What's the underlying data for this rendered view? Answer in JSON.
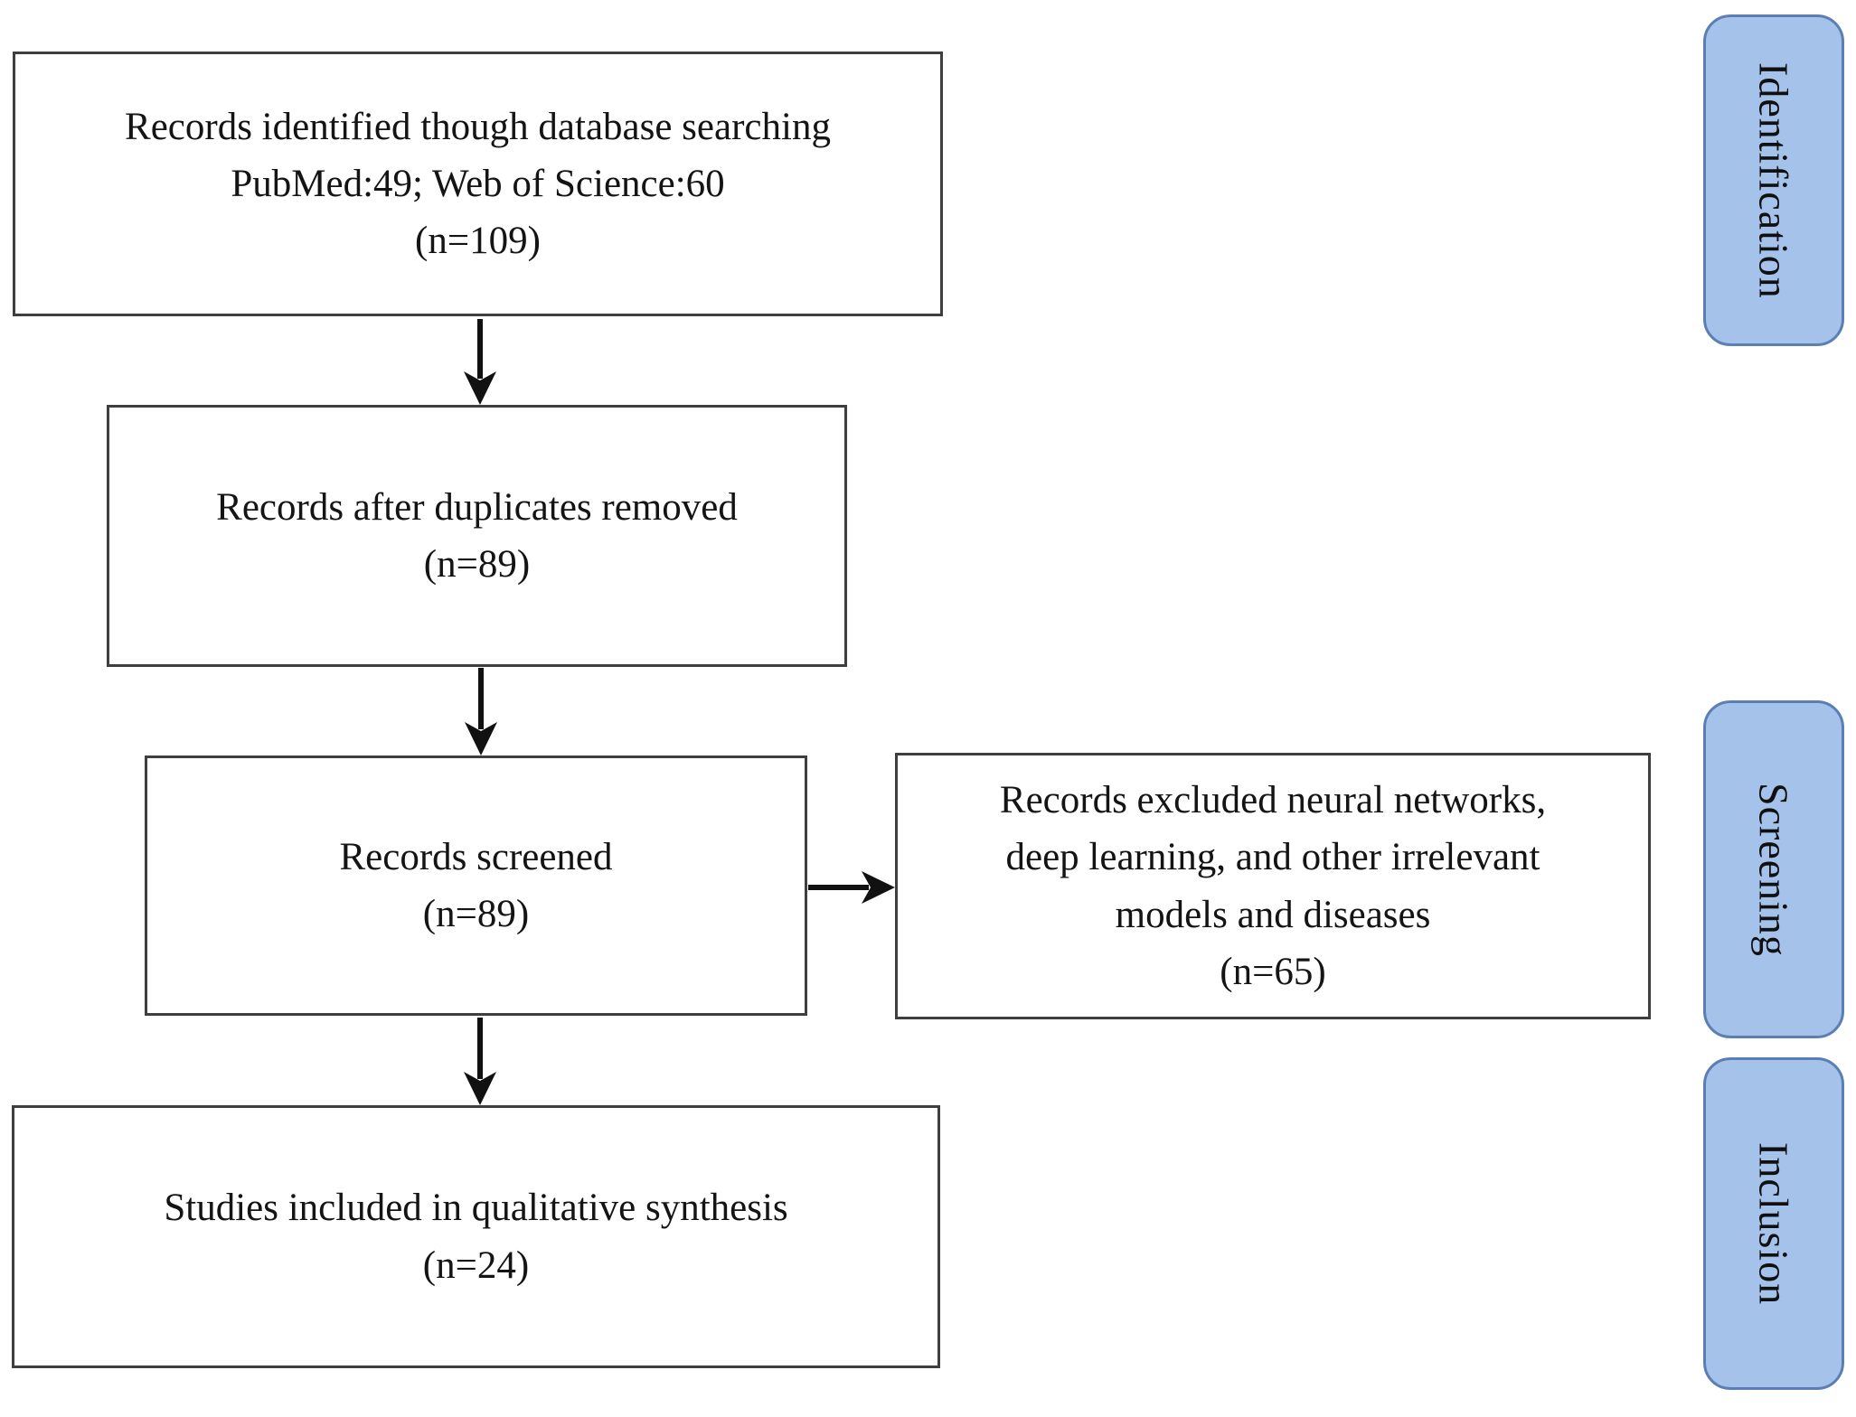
{
  "flow": {
    "boxes": {
      "identified": {
        "lines": [
          "Records identified though database searching",
          "PubMed:49; Web of Science:60",
          "(n=109)"
        ]
      },
      "dedup": {
        "lines": [
          "Records after duplicates removed",
          "(n=89)"
        ]
      },
      "screened": {
        "lines": [
          "Records screened",
          "(n=89)"
        ]
      },
      "excluded": {
        "lines": [
          "Records excluded neural networks,",
          "deep learning, and other irrelevant",
          "models and diseases",
          "(n=65)"
        ]
      },
      "included": {
        "lines": [
          "Studies included in qualitative synthesis",
          "(n=24)"
        ]
      }
    },
    "stage_labels": {
      "identification": "Identification",
      "screening": "Screening",
      "inclusion": "Inclusion"
    },
    "counts": {
      "pubmed": 49,
      "web_of_science": 60,
      "identified_total": 109,
      "after_duplicates": 89,
      "screened": 89,
      "excluded": 65,
      "included": 24
    },
    "colors": {
      "stage_fill": "#a4c2ea",
      "stage_border": "#5b7fb5",
      "box_border": "#3f3f3f",
      "arrow": "#111111",
      "text": "#141414",
      "page_bg": "#ffffff"
    }
  }
}
